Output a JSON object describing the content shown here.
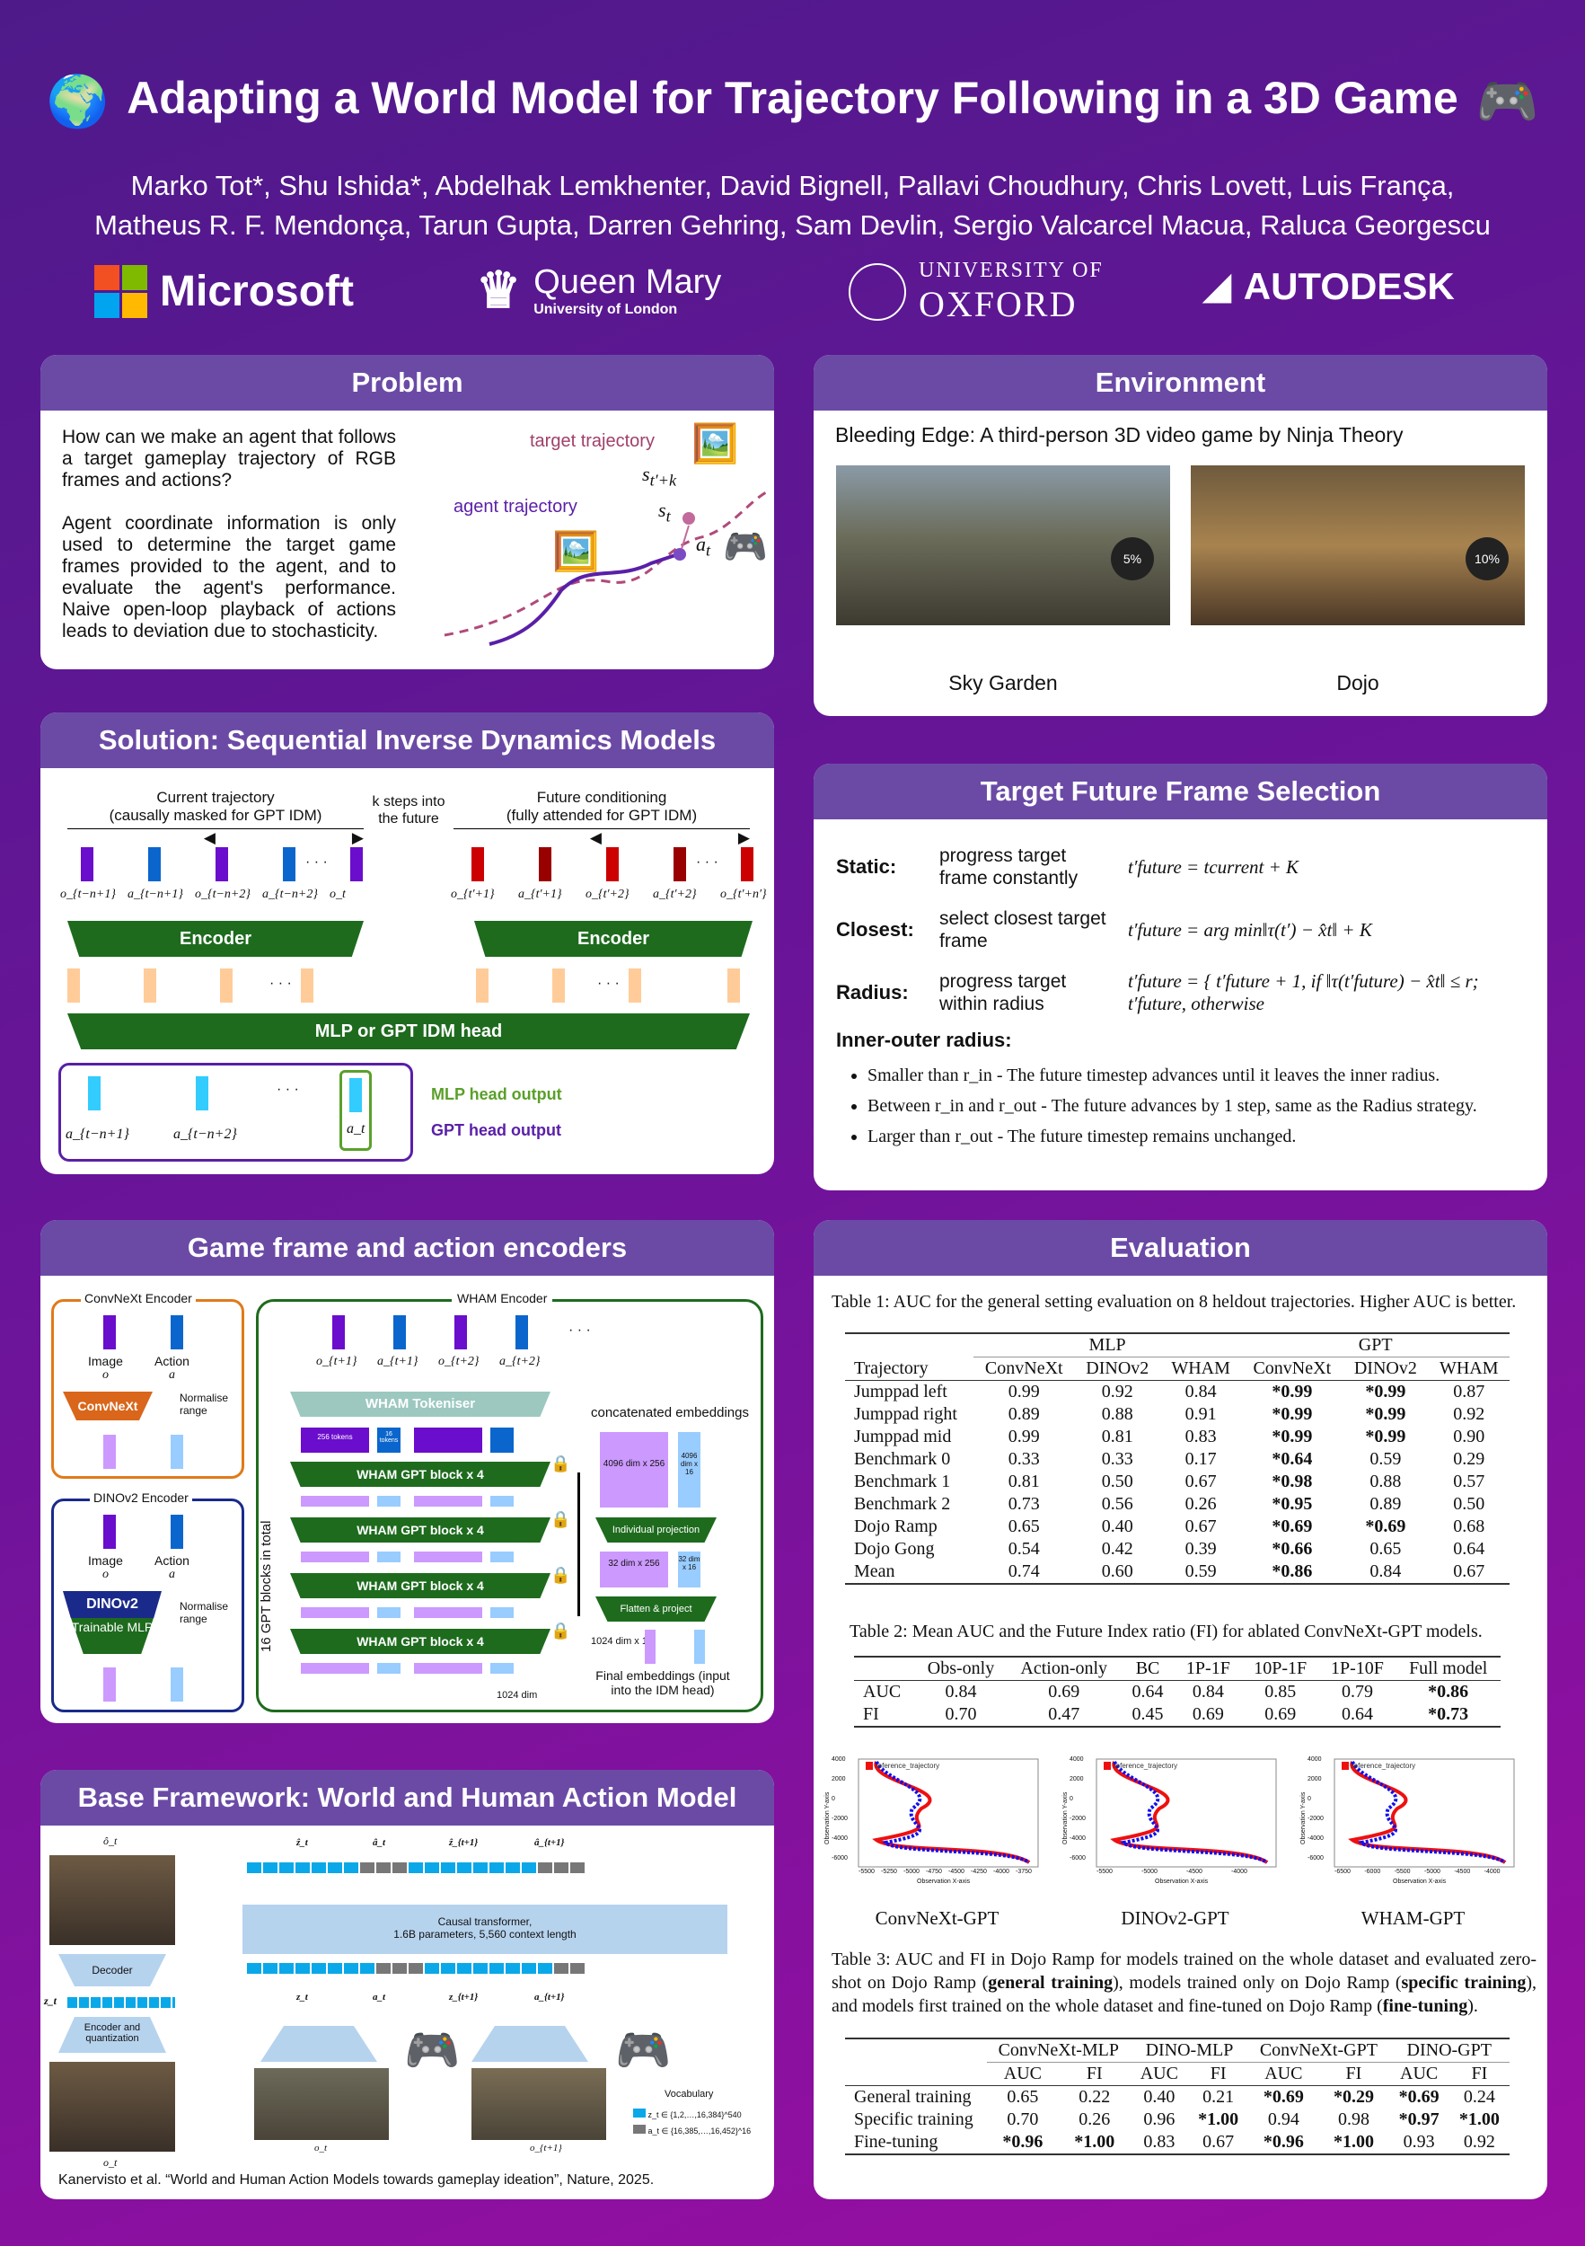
{
  "header": {
    "title": "Adapting a World Model for Trajectory Following in a 3D Game",
    "authors_line1": "Marko Tot*, Shu Ishida*, Abdelhak Lemkhenter, David Bignell, Pallavi Choudhury, Chris Lovett, Luis França,",
    "authors_line2": "Matheus R. F. Mendonça, Tarun Gupta, Darren Gehring, Sam Devlin, Sergio Valcarcel Macua, Raluca Georgescu",
    "logos": {
      "microsoft": "Microsoft",
      "qm": "Queen Mary",
      "qm_sub": "University of London",
      "ox_top": "UNIVERSITY OF",
      "ox": "OXFORD",
      "autodesk": "AUTODESK"
    }
  },
  "problem": {
    "title": "Problem",
    "p1": "How can we make an agent that follows a target gameplay trajectory of RGB frames and actions?",
    "p2": "Agent coordinate information is only used to determine the target game frames provided to the agent, and to evaluate the agent's performance. Naive open-loop playback of actions leads to deviation due to stochasticity.",
    "target_label": "target trajectory",
    "agent_label": "agent trajectory",
    "s_tk": "s",
    "s_t": "s",
    "a_t": "a"
  },
  "environment": {
    "title": "Environment",
    "subtitle": "Bleeding Edge: A third-person 3D video game by Ninja Theory",
    "maps": [
      {
        "label": "Sky Garden",
        "hud": "5%"
      },
      {
        "label": "Dojo",
        "hud": "10%"
      }
    ]
  },
  "solution": {
    "title": "Solution: Sequential Inverse Dynamics Models",
    "current": "Current trajectory",
    "current_sub": "(causally masked for GPT IDM)",
    "future": "Future conditioning",
    "future_sub": "(fully attended for GPT IDM)",
    "k_steps": "k steps into the future",
    "encoder": "Encoder",
    "head": "MLP or GPT IDM head",
    "mlp_out": "MLP head output",
    "gpt_out": "GPT head output",
    "obs_left": [
      "o_{t−n+1}",
      "a_{t−n+1}",
      "o_{t−n+2}",
      "a_{t−n+2}",
      "o_t"
    ],
    "obs_right": [
      "o_{t′+1}",
      "a_{t′+1}",
      "o_{t′+2}",
      "a_{t′+2}",
      "o_{t′+n′}"
    ],
    "outputs": [
      "a_{t−n+1}",
      "a_{t−n+2}",
      "a_t"
    ],
    "dots": "· · ·"
  },
  "target": {
    "title": "Target Future Frame Selection",
    "rows": [
      {
        "name": "Static:",
        "desc": "progress target frame constantly",
        "formula": "t′future = tcurrent + K"
      },
      {
        "name": "Closest:",
        "desc": "select closest target frame",
        "formula": "t′future = arg min‖τ(t′) − x̂t‖ + K"
      },
      {
        "name": "Radius:",
        "desc": "progress target within radius",
        "formula": "t′future = { t′future + 1,  if ‖τ(t′future) − x̂t‖ ≤ r;  t′future, otherwise"
      }
    ],
    "inner_outer": "Inner-outer radius:",
    "bullets": [
      "Smaller than r_in - The future timestep advances until it leaves the inner radius.",
      "Between r_in and r_out - The future advances by 1 step, same as the Radius strategy.",
      "Larger than r_out - The future timestep remains unchanged."
    ]
  },
  "encoders": {
    "title": "Game frame and action encoders",
    "convnext": {
      "box": "ConvNeXt Encoder",
      "image": "Image",
      "image_sym": "o",
      "action": "Action",
      "action_sym": "a",
      "block": "ConvNeXt",
      "norm": "Normalise range"
    },
    "dino": {
      "box": "DINOv2 Encoder",
      "image": "Image",
      "image_sym": "o",
      "action": "Action",
      "action_sym": "a",
      "block": "DINOv2",
      "block2": "Trainable MLP",
      "norm": "Normalise range"
    },
    "wham": {
      "box": "WHAM Encoder",
      "inputs": [
        "o_{t+1}",
        "a_{t+1}",
        "o_{t+2}",
        "a_{t+2}"
      ],
      "tokeniser": "WHAM Tokeniser",
      "tok256": "256 tokens",
      "tok16": "16 tokens",
      "gpt_block": "WHAM GPT block x 4",
      "total": "16 GPT blocks in total",
      "dim1024": "1024 dim",
      "concat": "concatenated embeddings",
      "e4096a": "4096 dim x 256",
      "e4096b": "4096 dim x 16",
      "proj": "Individual projection",
      "e32a": "32 dim x 256",
      "e32b": "32 dim x 16",
      "flatten": "Flatten & project",
      "final_dim": "1024 dim x 1",
      "final": "Final embeddings (input into the IDM head)"
    }
  },
  "base": {
    "title": "Base Framework: World and Human Action Model",
    "transformer": "Causal transformer,",
    "transformer2": "1.6B parameters, 5,560 context length",
    "decoder": "Decoder",
    "encoder": "Encoder and quantization",
    "vocab": "Vocabulary",
    "vocab_z": "z_t ∈ {1,2,…,16,384}^540",
    "vocab_a": "a_t ∈ {16,385,…,16,452}^16",
    "labels_top": [
      "ẑ_t",
      "â_t",
      "ẑ_{t+1}",
      "â_{t+1}"
    ],
    "labels_bottom": [
      "z_t",
      "a_t",
      "z_{t+1}",
      "a_{t+1}"
    ],
    "img_labels": [
      "ô_t",
      "z_t",
      "o_t",
      "o_t",
      "o_{t+1}"
    ],
    "citation": "Kanervisto et al. “World and Human Action Models towards gameplay ideation”, Nature, 2025."
  },
  "evaluation": {
    "title": "Evaluation",
    "table1": {
      "caption": "Table 1: AUC for the general setting evaluation on 8 heldout trajectories. Higher AUC is better.",
      "groups": [
        "MLP",
        "GPT"
      ],
      "columns": [
        "Trajectory",
        "ConvNeXt",
        "DINOv2",
        "WHAM",
        "ConvNeXt",
        "DINOv2",
        "WHAM"
      ],
      "rows": [
        [
          "Jumppad left",
          "0.99",
          "0.92",
          "0.84",
          "*0.99",
          "*0.99",
          "0.87"
        ],
        [
          "Jumppad right",
          "0.89",
          "0.88",
          "0.91",
          "*0.99",
          "*0.99",
          "0.92"
        ],
        [
          "Jumppad mid",
          "0.99",
          "0.81",
          "0.83",
          "*0.99",
          "*0.99",
          "0.90"
        ],
        [
          "Benchmark 0",
          "0.33",
          "0.33",
          "0.17",
          "*0.64",
          "0.59",
          "0.29"
        ],
        [
          "Benchmark 1",
          "0.81",
          "0.50",
          "0.67",
          "*0.98",
          "0.88",
          "0.57"
        ],
        [
          "Benchmark 2",
          "0.73",
          "0.56",
          "0.26",
          "*0.95",
          "0.89",
          "0.50"
        ],
        [
          "Dojo Ramp",
          "0.65",
          "0.40",
          "0.67",
          "*0.69",
          "*0.69",
          "0.68"
        ],
        [
          "Dojo Gong",
          "0.54",
          "0.42",
          "0.39",
          "*0.66",
          "0.65",
          "0.64"
        ],
        [
          "Mean",
          "0.74",
          "0.60",
          "0.59",
          "*0.86",
          "0.84",
          "0.67"
        ]
      ]
    },
    "table2": {
      "caption": "Table 2: Mean AUC and the Future Index ratio (FI) for ablated ConvNeXt-GPT models.",
      "columns": [
        "",
        "Obs-only",
        "Action-only",
        "BC",
        "1P-1F",
        "10P-1F",
        "1P-10F",
        "Full model"
      ],
      "rows": [
        [
          "AUC",
          "0.84",
          "0.69",
          "0.64",
          "0.84",
          "0.85",
          "0.79",
          "*0.86"
        ],
        [
          "FI",
          "0.70",
          "0.47",
          "0.45",
          "0.69",
          "0.69",
          "0.64",
          "*0.73"
        ]
      ]
    },
    "plots": [
      {
        "label": "ConvNeXt-GPT",
        "xticks": [
          "-5500",
          "-5250",
          "-5000",
          "-4750",
          "-4500",
          "-4250",
          "-4000",
          "-3750"
        ]
      },
      {
        "label": "DINOv2-GPT",
        "xticks": [
          "-5500",
          "-5000",
          "-4500",
          "-4000"
        ]
      },
      {
        "label": "WHAM-GPT",
        "xticks": [
          "-6500",
          "-6000",
          "-5500",
          "-5000",
          "-4500",
          "-4000"
        ]
      }
    ],
    "plot_yticks": [
      "4000",
      "2000",
      "0",
      "-2000",
      "-4000",
      "-6000"
    ],
    "plot_xlabel": "Observation X-axis",
    "plot_ylabel": "Observation Y-axis",
    "legend": "reference_trajectory",
    "table3": {
      "caption_a": "Table 3: AUC and FI in Dojo Ramp for models trained on the whole dataset and evaluated zero-shot on Dojo Ramp (",
      "b1": "general training",
      "caption_b": "), models trained only on Dojo Ramp (",
      "b2": "specific training",
      "caption_c": "), and models first trained on the whole dataset and fine-tuned on Dojo Ramp (",
      "b3": "fine-tuning",
      "caption_d": ").",
      "groups": [
        "ConvNeXt-MLP",
        "DINO-MLP",
        "ConvNeXt-GPT",
        "DINO-GPT"
      ],
      "columns": [
        "",
        "AUC",
        "FI",
        "AUC",
        "FI",
        "AUC",
        "FI",
        "AUC",
        "FI"
      ],
      "rows": [
        [
          "General training",
          "0.65",
          "0.22",
          "0.40",
          "0.21",
          "*0.69",
          "*0.29",
          "*0.69",
          "0.24"
        ],
        [
          "Specific training",
          "0.70",
          "0.26",
          "0.96",
          "*1.00",
          "0.94",
          "0.98",
          "*0.97",
          "*1.00"
        ],
        [
          "Fine-tuning",
          "*0.96",
          "*1.00",
          "0.83",
          "0.67",
          "*0.96",
          "*1.00",
          "0.93",
          "0.92"
        ]
      ]
    }
  },
  "colors": {
    "panel_header": "#6b4aa6",
    "obs": "#6a0dcc",
    "act": "#0a66cc",
    "future": "#cc0000",
    "green": "#1e6b1e",
    "emb": "#ffcc99",
    "out": "#33ccff"
  }
}
